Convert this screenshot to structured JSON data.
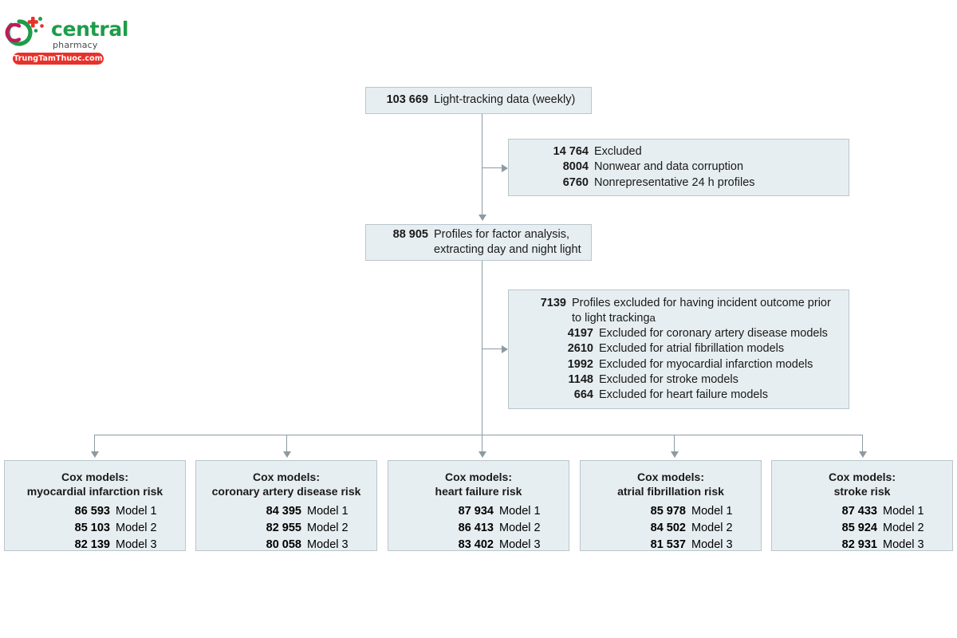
{
  "logo": {
    "brand_primary": "central",
    "brand_secondary": "pharmacy",
    "site_pill": "TrungTamThuoc.com",
    "green": "#1f9c4a",
    "red": "#e8312a"
  },
  "colors": {
    "box_fill": "#e7eef1",
    "box_border": "#b9c6cc",
    "connector": "#8d9aa1",
    "text": "#1a1a1a"
  },
  "flow": {
    "top_box": {
      "count": "103 669",
      "label": "Light-tracking data (weekly)"
    },
    "excluded_box_1": {
      "count": "14 764",
      "label": "Excluded",
      "items": [
        {
          "count": "8004",
          "label": "Nonwear and data corruption"
        },
        {
          "count": "6760",
          "label": "Nonrepresentative 24 h profiles"
        }
      ]
    },
    "middle_box": {
      "count": "88 905",
      "label_line1": "Profiles for factor analysis,",
      "label_line2": "extracting day and night light"
    },
    "excluded_box_2": {
      "count": "7139",
      "label_line1": "Profiles excluded for having incident outcome prior",
      "label_line2": "to light tracking",
      "footnote_marker": "a",
      "items": [
        {
          "count": "4197",
          "label": "Excluded for coronary artery disease models"
        },
        {
          "count": "2610",
          "label": "Excluded for atrial fibrillation models"
        },
        {
          "count": "1992",
          "label": "Excluded for myocardial infarction models"
        },
        {
          "count": "1148",
          "label": "Excluded for stroke models"
        },
        {
          "count": "664",
          "label": "Excluded for heart failure models"
        }
      ]
    },
    "cox_boxes": [
      {
        "title_line1": "Cox models:",
        "title_line2": "myocardial infarction risk",
        "models": [
          {
            "count": "86 593",
            "label": "Model 1"
          },
          {
            "count": "85 103",
            "label": "Model 2"
          },
          {
            "count": "82 139",
            "label": "Model 3"
          }
        ]
      },
      {
        "title_line1": "Cox models:",
        "title_line2": "coronary artery disease risk",
        "models": [
          {
            "count": "84 395",
            "label": "Model 1"
          },
          {
            "count": "82 955",
            "label": "Model 2"
          },
          {
            "count": "80 058",
            "label": "Model 3"
          }
        ]
      },
      {
        "title_line1": "Cox models:",
        "title_line2": "heart failure risk",
        "models": [
          {
            "count": "87 934",
            "label": "Model 1"
          },
          {
            "count": "86 413",
            "label": "Model 2"
          },
          {
            "count": "83 402",
            "label": "Model 3"
          }
        ]
      },
      {
        "title_line1": "Cox models:",
        "title_line2": "atrial fibrillation risk",
        "models": [
          {
            "count": "85 978",
            "label": "Model 1"
          },
          {
            "count": "84 502",
            "label": "Model 2"
          },
          {
            "count": "81 537",
            "label": "Model 3"
          }
        ]
      },
      {
        "title_line1": "Cox models:",
        "title_line2": "stroke risk",
        "models": [
          {
            "count": "87 433",
            "label": "Model 1"
          },
          {
            "count": "85 924",
            "label": "Model 2"
          },
          {
            "count": "82 931",
            "label": "Model 3"
          }
        ]
      }
    ]
  }
}
